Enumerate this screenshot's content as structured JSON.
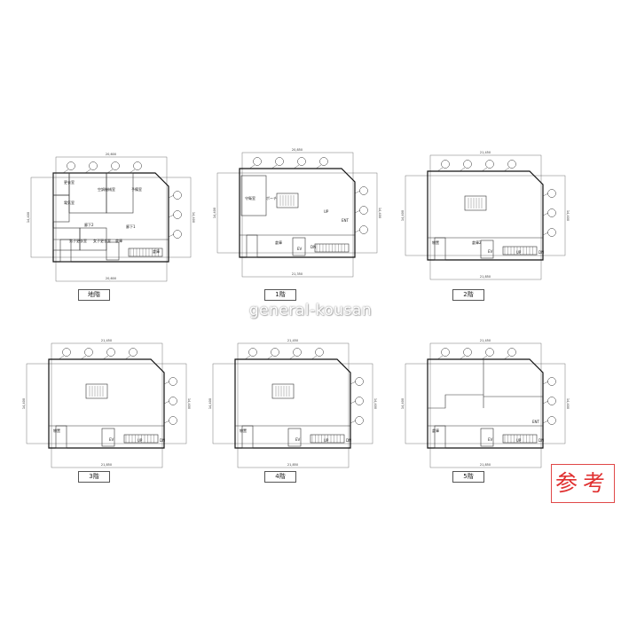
{
  "watermark": "general-kousan",
  "stamp": "参考",
  "plans": [
    {
      "label": "地階",
      "dim_top": "20,600",
      "dim_bottom": "20,600",
      "dim_side": "14,400",
      "rooms": [
        "更衣室",
        "電気室",
        "空調機械室",
        "予備室",
        "廊下2",
        "廊下1",
        "男子更衣室",
        "女子更衣室",
        "倉庫",
        "倉庫"
      ]
    },
    {
      "label": "1階",
      "dim_top": "20,850",
      "dim_bottom": "21,350",
      "dim_side": "14,400",
      "rooms": [
        "守衛室",
        "ポーチ",
        "倉庫",
        "UP",
        "DN",
        "ENT",
        "EV"
      ]
    },
    {
      "label": "2階",
      "dim_top": "21,450",
      "dim_bottom": "21,850",
      "dim_side": "14,400",
      "rooms": [
        "物置",
        "倉庫2",
        "UP",
        "DN",
        "EV"
      ]
    },
    {
      "label": "3階",
      "dim_top": "21,450",
      "dim_bottom": "21,850",
      "dim_side": "14,400",
      "rooms": [
        "物置",
        "UP",
        "DN",
        "EV"
      ]
    },
    {
      "label": "4階",
      "dim_top": "21,450",
      "dim_bottom": "21,850",
      "dim_side": "14,400",
      "rooms": [
        "物置",
        "UP",
        "DN",
        "EV"
      ]
    },
    {
      "label": "5階",
      "dim_top": "21,450",
      "dim_bottom": "21,850",
      "dim_side": "14,400",
      "rooms": [
        "倉庫",
        "UP",
        "DN",
        "ENT",
        "EV"
      ]
    }
  ]
}
